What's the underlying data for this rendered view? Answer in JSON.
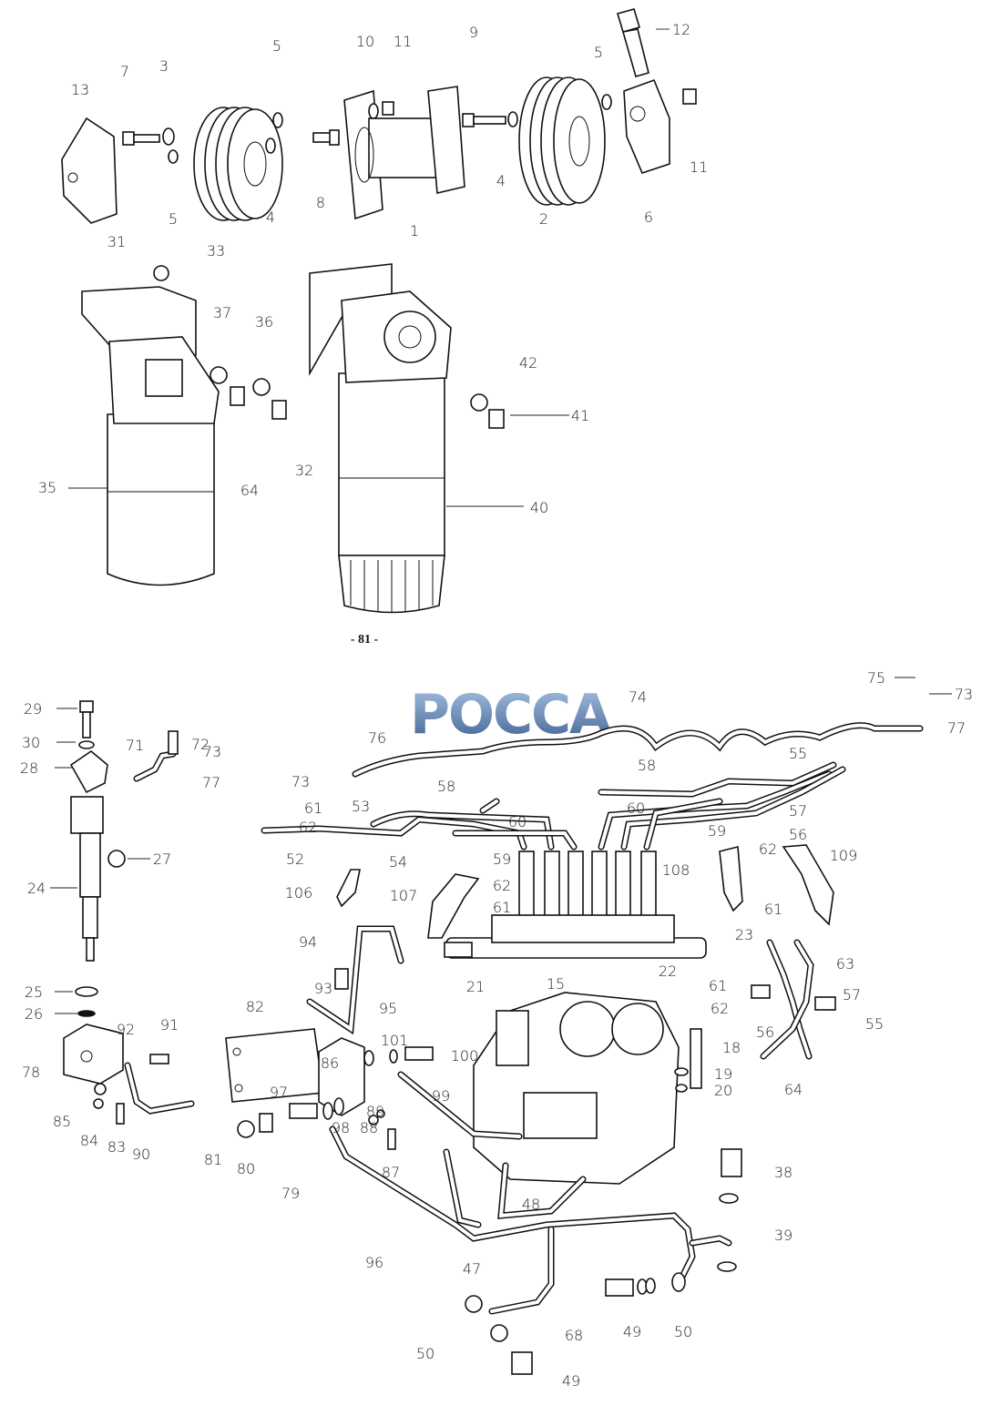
{
  "page_number": "- 81 -",
  "logo_text": "РОССА",
  "colors": {
    "logo_top": "#8fb0d8",
    "logo_bottom": "#3d5f8f",
    "ink": "#111111"
  },
  "callouts": [
    "13",
    "7",
    "3",
    "5",
    "5",
    "4",
    "8",
    "10",
    "11",
    "1",
    "9",
    "4",
    "2",
    "5",
    "12",
    "11",
    "6",
    "31",
    "33",
    "37",
    "36",
    "64",
    "32",
    "35",
    "42",
    "41",
    "40",
    "75",
    "73",
    "77",
    "74",
    "29",
    "30",
    "28",
    "72",
    "73",
    "71",
    "77",
    "76",
    "73",
    "58",
    "55",
    "61",
    "53",
    "58",
    "60",
    "60",
    "57",
    "62",
    "59",
    "56",
    "52",
    "54",
    "59",
    "27",
    "24",
    "62",
    "109",
    "108",
    "106",
    "62",
    "107",
    "61",
    "61",
    "23",
    "22",
    "21",
    "94",
    "63",
    "25",
    "26",
    "15",
    "93",
    "61",
    "57",
    "62",
    "82",
    "95",
    "56",
    "55",
    "92",
    "91",
    "101",
    "18",
    "78",
    "86",
    "100",
    "19",
    "20",
    "64",
    "85",
    "84",
    "83",
    "90",
    "99",
    "97",
    "89",
    "81",
    "80",
    "98",
    "88",
    "87",
    "79",
    "38",
    "48",
    "39",
    "96",
    "47",
    "49",
    "50",
    "68",
    "50",
    "49"
  ]
}
